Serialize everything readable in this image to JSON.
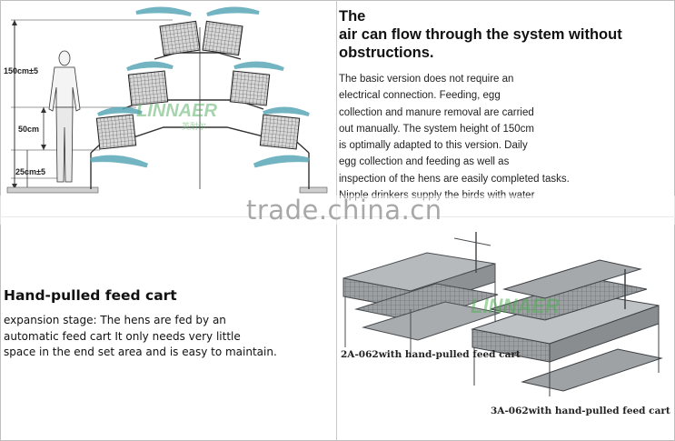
{
  "heading": {
    "line1": "The",
    "line2": "air can flow through the system without obstructions."
  },
  "paragraph": [
    "The basic version does not require an",
    "electrical connection. Feeding, egg",
    "collection and manure removal are carried",
    "out manually. The system height of 150cm",
    "is optimally adapted to this version. Daily",
    "egg collection and feeding as well as",
    "inspection of the hens are easily completed tasks.",
    "Nipple drinkers supply the birds with water"
  ],
  "diagram": {
    "height_labels": [
      "150cm±5",
      "50cm",
      "25cm±5"
    ],
    "logo_text": "LINNAER",
    "logo_sub": "英耐尔"
  },
  "watermark": "trade.china.cn",
  "cart": {
    "title": "Hand-pulled feed cart",
    "lines": [
      " expansion stage: The hens are fed by an",
      "automatic feed cart It only needs very little",
      "space in the end set area and is easy to maintain."
    ]
  },
  "captions": {
    "cap1": "2A-062with hand-pulled feed cart",
    "cap2": "3A-062with hand-pulled feed cart"
  },
  "photo_logo": "LINNAER",
  "colors": {
    "wing": "#5aa8b8",
    "logo": "#4caf50",
    "frame": "#bfbfbf"
  }
}
